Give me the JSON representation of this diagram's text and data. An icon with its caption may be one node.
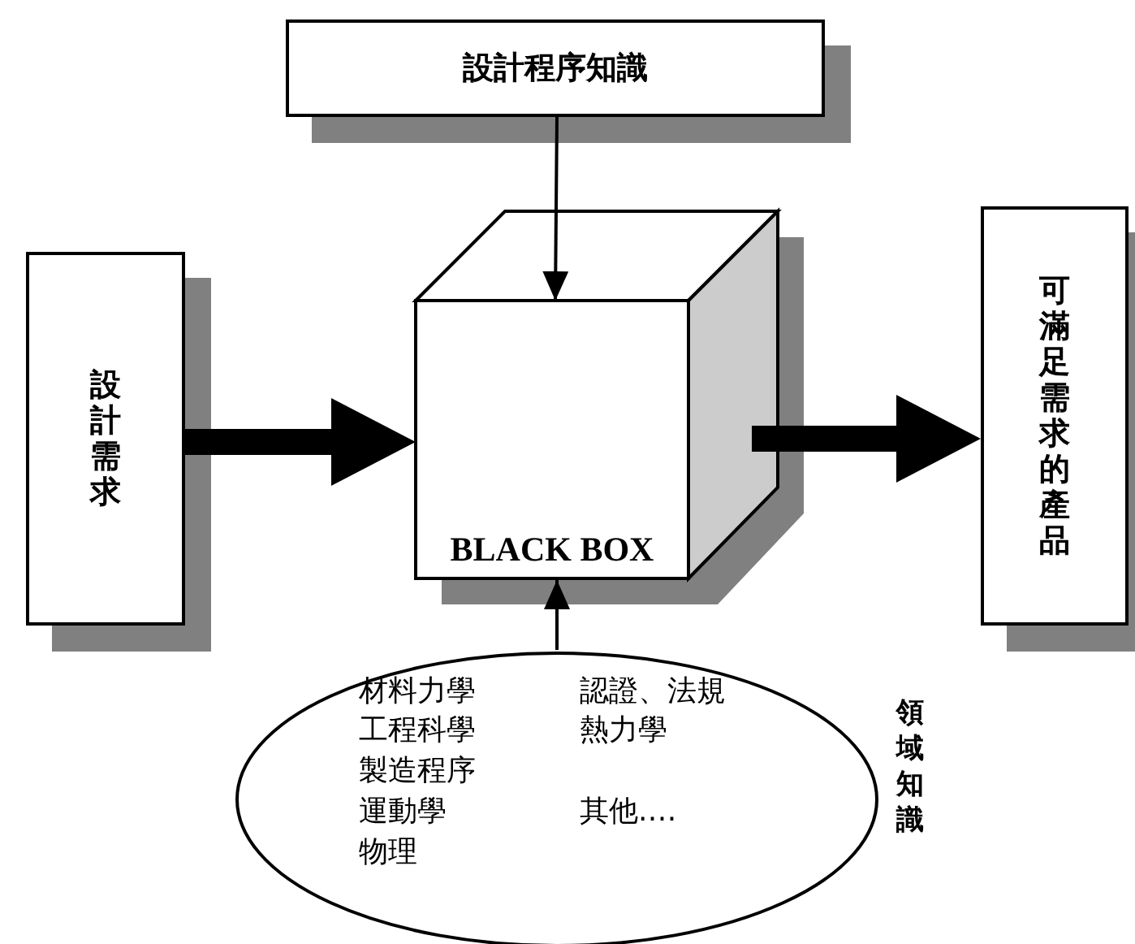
{
  "diagram": {
    "nodes": [
      {
        "text": [
          "設計程序知識"
        ]
      },
      {
        "text": [
          "設計需求"
        ]
      },
      {
        "text": [
          "BLACK BOX"
        ]
      },
      {
        "text": [
          "可滿足需求的產品"
        ]
      },
      {
        "text": [
          "材料力學",
          "工程科學",
          "製造程序",
          "運動學",
          "物理",
          "認證、法規",
          "熱力學",
          "其他.…"
        ],
        "beside": [
          "領域知識"
        ]
      }
    ],
    "edges": [
      {
        "from": 0,
        "to": 2,
        "arrow": "to"
      },
      {
        "from": 1,
        "to": 2,
        "arrow": "to",
        "style": "thick"
      },
      {
        "from": 2,
        "to": 3,
        "arrow": "to",
        "style": "thick"
      },
      {
        "from": 4,
        "to": 2,
        "arrow": "to"
      }
    ]
  }
}
